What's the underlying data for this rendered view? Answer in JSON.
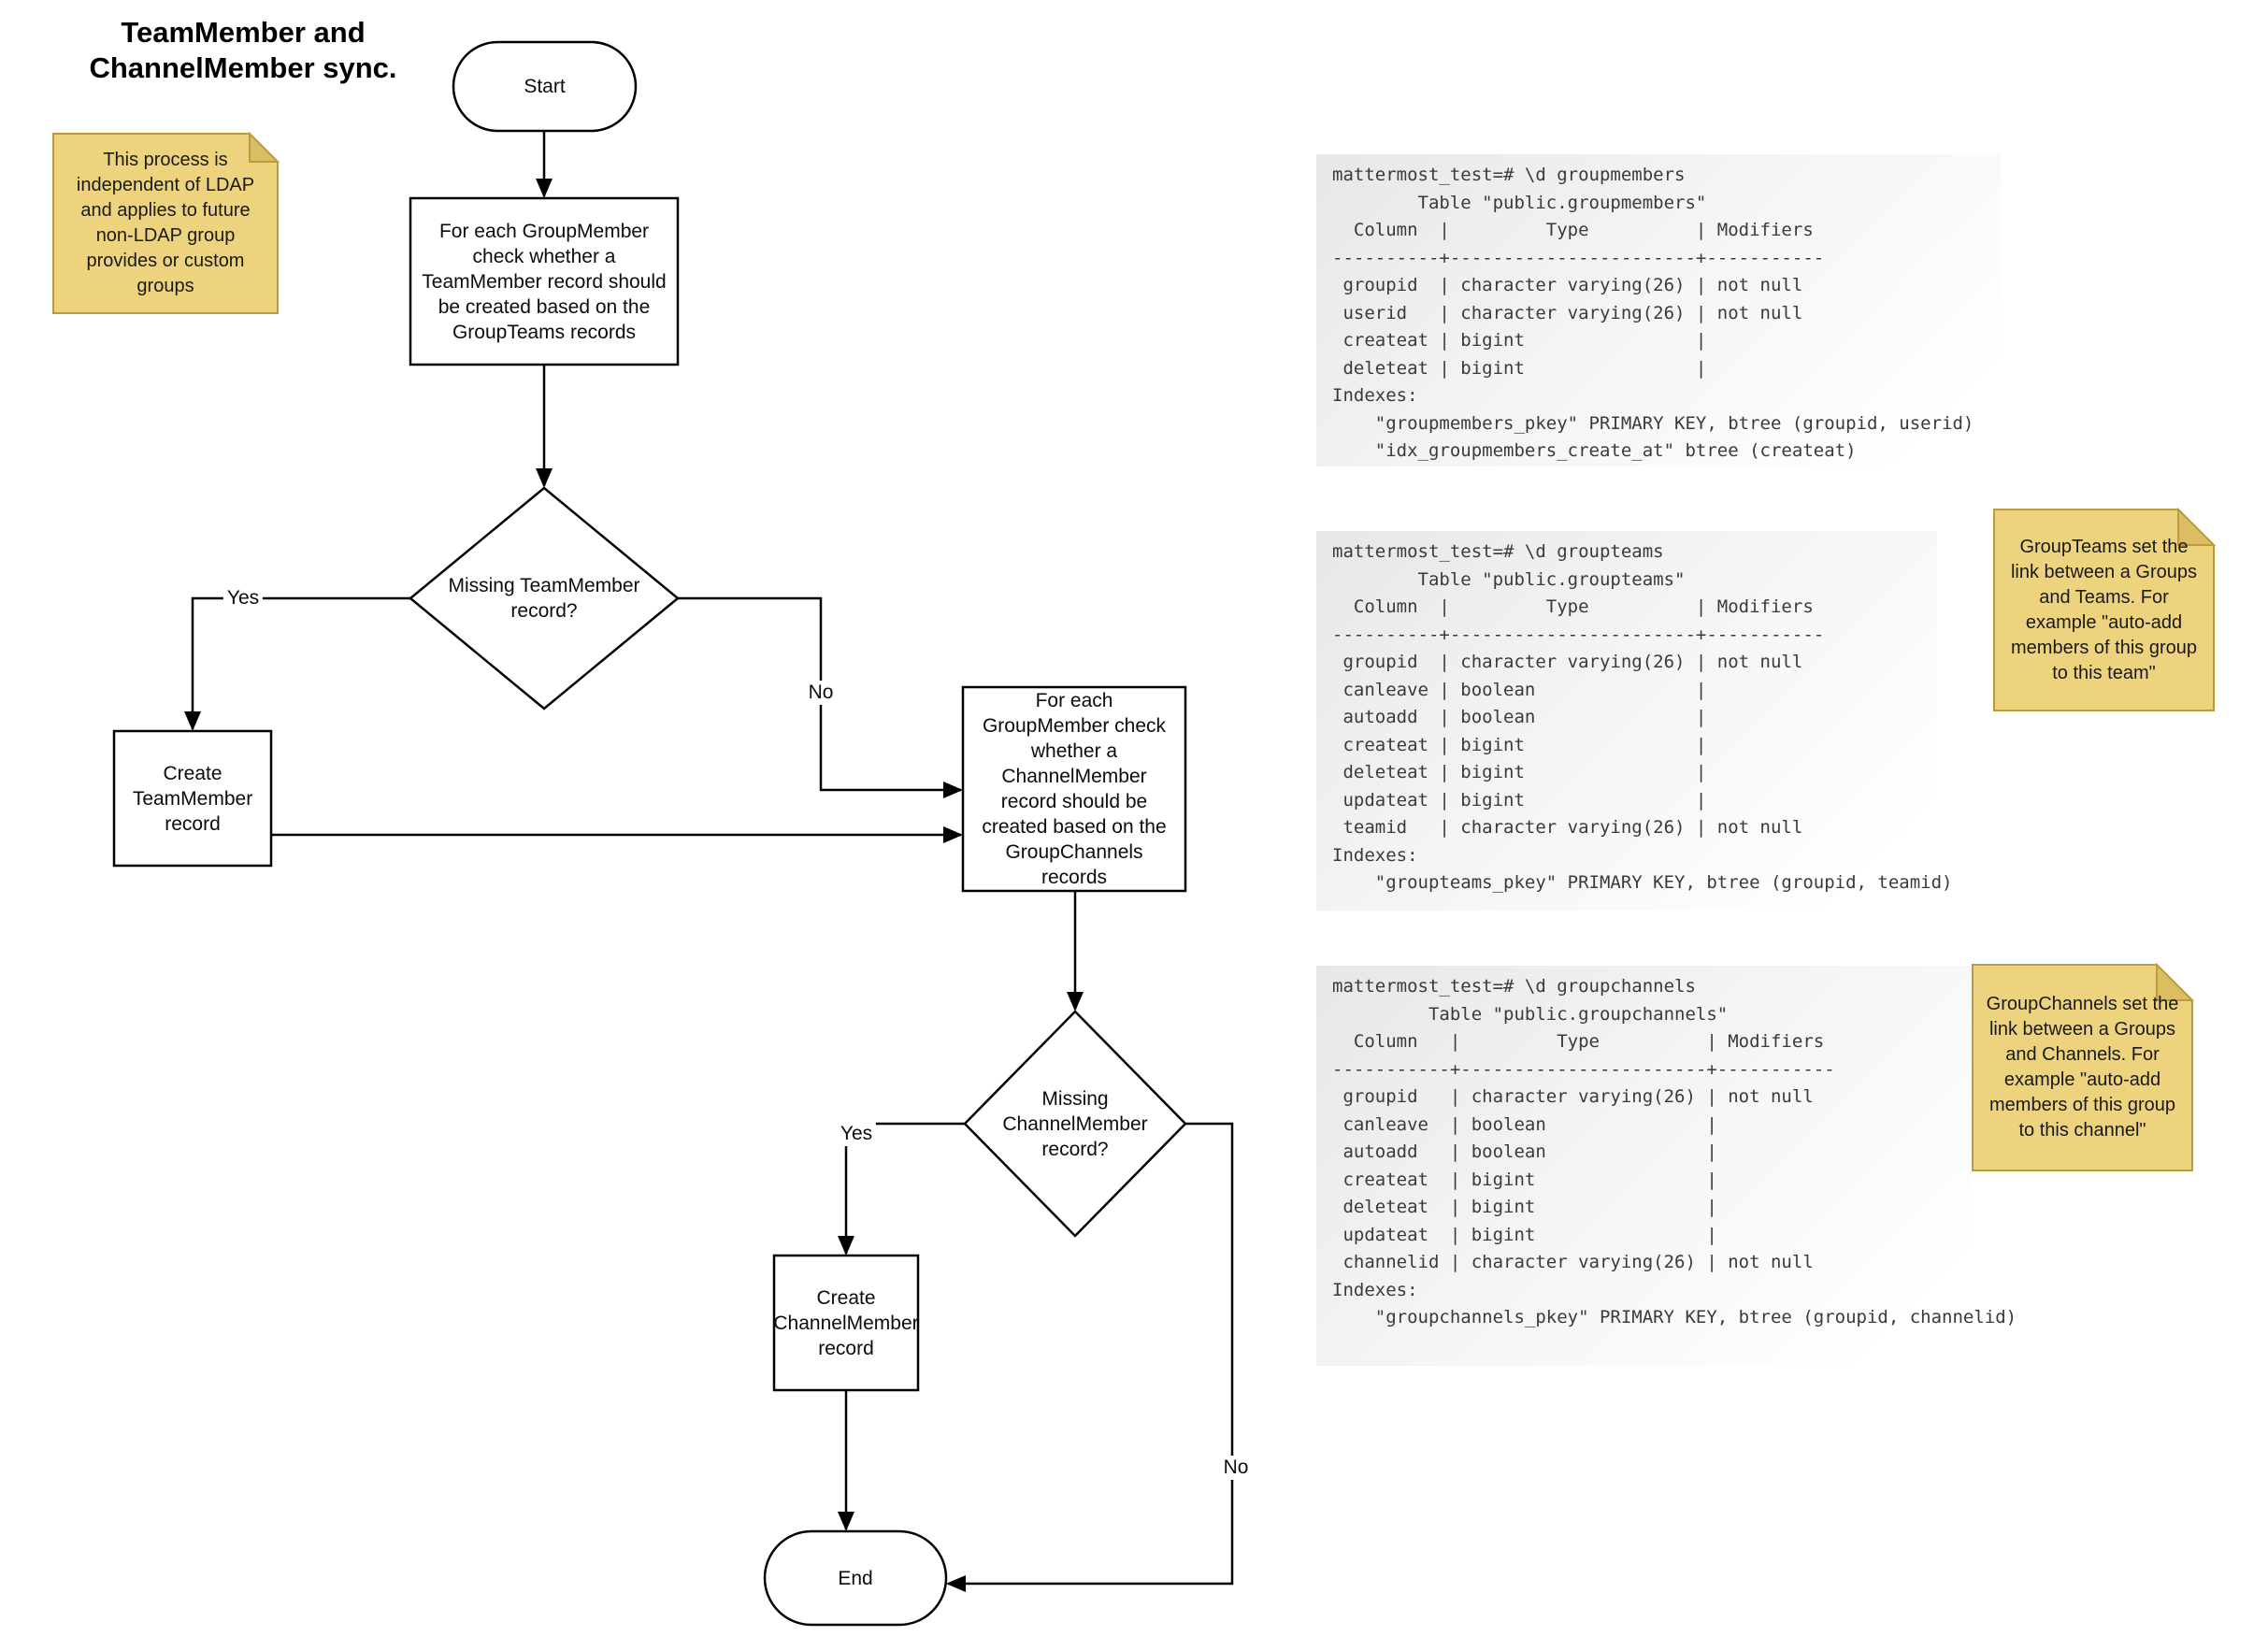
{
  "title": "TeamMember and\nChannelMember sync.",
  "flowchart": {
    "start_label": "Start",
    "process_team": "For each GroupMember check whether a TeamMember record should be created based on the GroupTeams records",
    "decision_team": "Missing TeamMember record?",
    "create_team": "Create TeamMember record",
    "process_channel": "For each GroupMember check whether a ChannelMember record should be created based on the GroupChannels records",
    "decision_channel": "Missing ChannelMember record?",
    "create_channel": "Create ChannelMember record",
    "end_label": "End",
    "edge_labels": {
      "team_yes": "Yes",
      "team_no": "No",
      "channel_yes": "Yes",
      "channel_no": "No"
    }
  },
  "notes": {
    "ldap": "This process is independent of LDAP and applies to future non-LDAP group provides or custom groups",
    "groupteams": "GroupTeams set the link between a Groups and Teams. For example \"auto-add members of this group to this team\"",
    "groupchannels": "GroupChannels set the link between a Groups and Channels. For example \"auto-add members of this group to this channel\""
  },
  "code_blocks": [
    {
      "name": "groupmembers",
      "text": "mattermost_test=# \\d groupmembers\n        Table \"public.groupmembers\"\n  Column  |         Type          | Modifiers\n----------+-----------------------+-----------\n groupid  | character varying(26) | not null\n userid   | character varying(26) | not null\n createat | bigint                |\n deleteat | bigint                |\nIndexes:\n    \"groupmembers_pkey\" PRIMARY KEY, btree (groupid, userid)\n    \"idx_groupmembers_create_at\" btree (createat)"
    },
    {
      "name": "groupteams",
      "text": "mattermost_test=# \\d groupteams\n        Table \"public.groupteams\"\n  Column  |         Type          | Modifiers\n----------+-----------------------+-----------\n groupid  | character varying(26) | not null\n canleave | boolean               |\n autoadd  | boolean               |\n createat | bigint                |\n deleteat | bigint                |\n updateat | bigint                |\n teamid   | character varying(26) | not null\nIndexes:\n    \"groupteams_pkey\" PRIMARY KEY, btree (groupid, teamid)"
    },
    {
      "name": "groupchannels",
      "text": "mattermost_test=# \\d groupchannels\n         Table \"public.groupchannels\"\n  Column   |         Type          | Modifiers\n-----------+-----------------------+-----------\n groupid   | character varying(26) | not null\n canleave  | boolean               |\n autoadd   | boolean               |\n createat  | bigint                |\n deleteat  | bigint                |\n updateat  | bigint                |\n channelid | character varying(26) | not null\nIndexes:\n    \"groupchannels_pkey\" PRIMARY KEY, btree (groupid, channelid)"
    }
  ],
  "colors": {
    "note_fill": "#EED37E",
    "note_fold": "#DCBD62",
    "note_border": "#BA9B3F",
    "line": "#000000",
    "code_text": "#3A3A3A"
  }
}
